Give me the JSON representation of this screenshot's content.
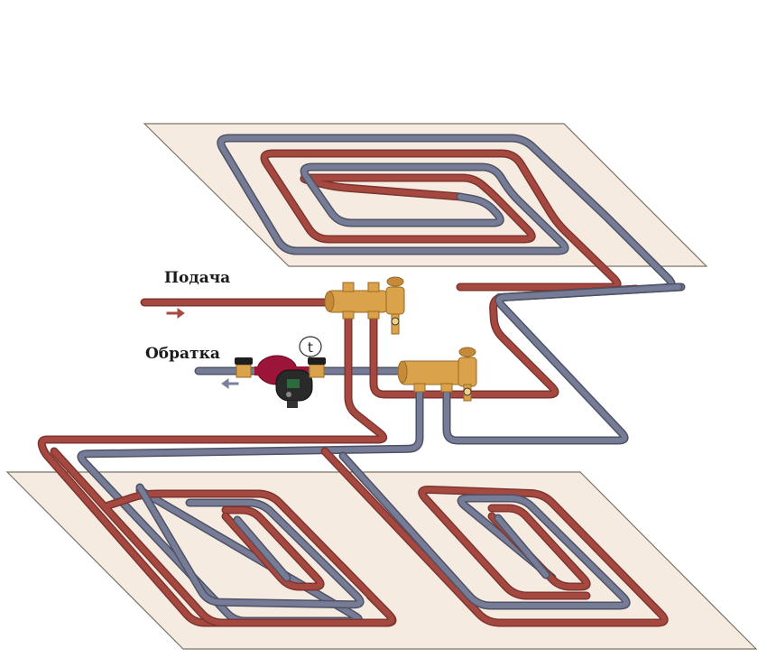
{
  "labels": {
    "supply": "Подача",
    "return": "Обратка",
    "thermometer": "t"
  },
  "colors": {
    "background": "#ffffff",
    "floor_slab": "#f5ebe0",
    "floor_edge": "#7a7468",
    "supply_pipe": "#a84a42",
    "supply_pipe_dark": "#7e3530",
    "return_pipe": "#7a7f9a",
    "return_pipe_dark": "#4e5266",
    "brass": "#d9a24b",
    "brass_dark": "#9a6a22",
    "pump_body": "#9c1438",
    "pump_head": "#2a2a2a",
    "valve_handle": "#1e1e1e"
  },
  "components": {
    "supply_arrow": "arrow-right",
    "return_arrow": "arrow-left",
    "pump": "circulation-pump",
    "thermometer": "thermometer-gauge",
    "upper_floor": "floor-heating-loop-upper",
    "lower_floor_left": "floor-heating-loop-lower-left",
    "lower_floor_right": "floor-heating-loop-lower-right",
    "supply_manifold": "supply-manifold",
    "return_manifold": "return-manifold"
  }
}
